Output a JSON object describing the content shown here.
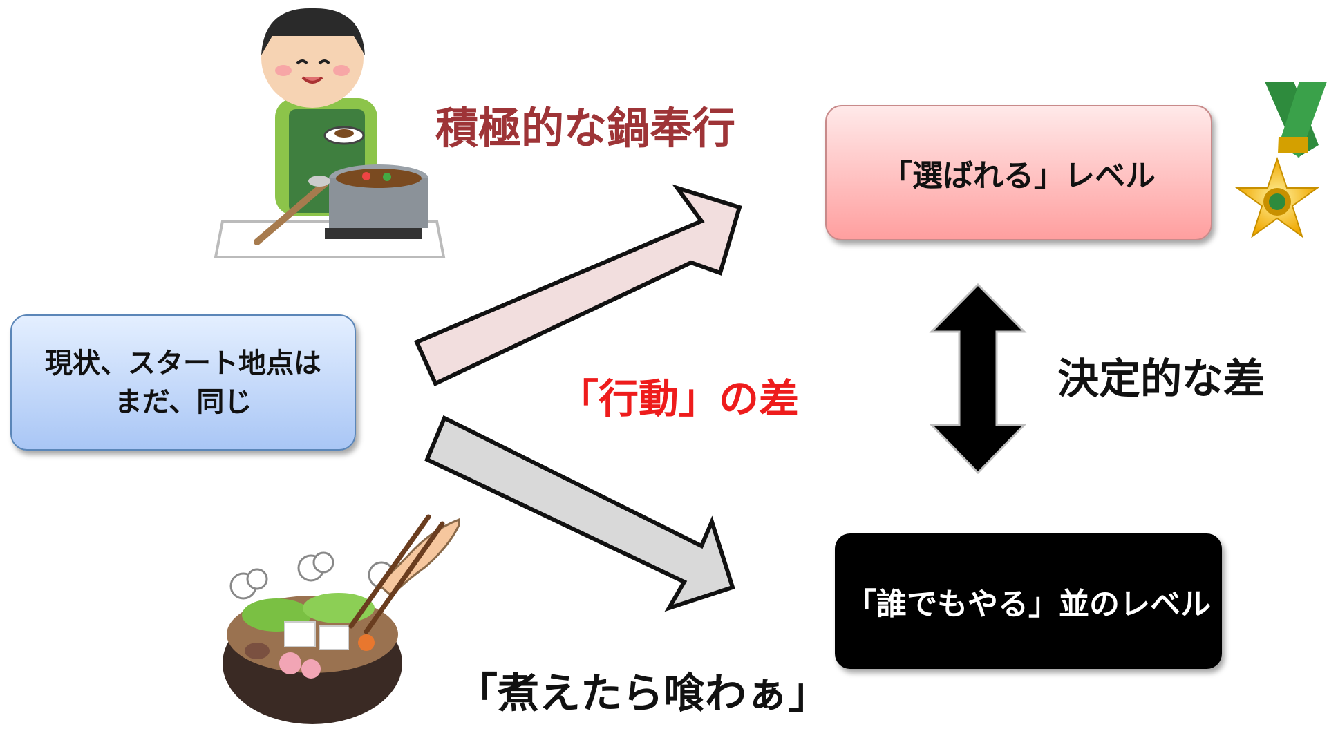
{
  "boxes": {
    "start_line1": "現状、スタート地点は",
    "start_line2": "まだ、同じ",
    "chosen": "「選ばれる」レベル",
    "common": "「誰でもやる」並のレベル"
  },
  "labels": {
    "positive_action": "積極的な鍋奉行",
    "action_difference": "「行動」の差",
    "decisive_difference": "決定的な差",
    "lazy_action": "「煮えたら喰わぁ」"
  },
  "icons": {
    "top_illustration": "cooking-man-icon",
    "bottom_illustration": "hotpot-chopsticks-icon",
    "award": "medal-icon"
  },
  "colors": {
    "positive_label": "#9e3437",
    "difference_label": "#ee1c1c",
    "start_box": "#a9c6f5",
    "chosen_box": "#ff9f9f",
    "common_box": "#000000",
    "up_arrow_fill": "#f2dede",
    "down_arrow_fill": "#d9d9d9"
  }
}
